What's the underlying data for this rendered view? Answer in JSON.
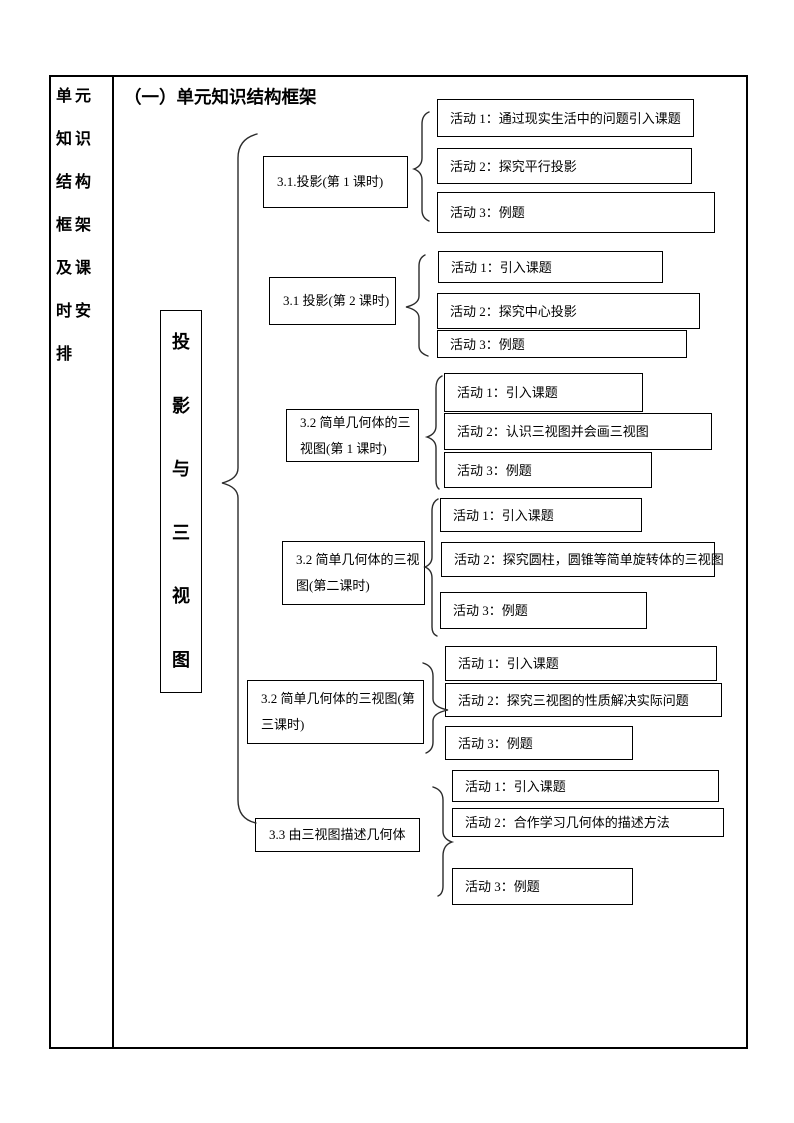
{
  "header": {
    "title": "（一）单元知识结构框架"
  },
  "sidebar": {
    "lines": [
      "单元",
      "知识",
      "结构",
      "框架",
      "及课",
      "时安",
      "排"
    ]
  },
  "diagram": {
    "root_label": "投\n影\n与\n三\n视\n图",
    "branches": [
      {
        "node": "3.1.投影(第 1 课时)",
        "activities": [
          "活动 1：通过现实生活中的问题引入课题",
          "活动 2：探究平行投影",
          "活动 3：例题"
        ]
      },
      {
        "node": "3.1 投影(第 2 课时)",
        "activities": [
          "活动 1：引入课题",
          "活动 2：探究中心投影",
          "活动 3：例题"
        ]
      },
      {
        "node": "3.2 简单几何体的三\n视图(第 1 课时)",
        "activities": [
          "活动 1：引入课题",
          "活动 2：认识三视图并会画三视图",
          "活动 3：例题"
        ]
      },
      {
        "node": "3.2 简单几何体的三视\n图(第二课时)",
        "activities": [
          "活动 1：引入课题",
          "活动 2：探究圆柱，圆锥等简单旋转体的三视图",
          "活动 3：例题"
        ]
      },
      {
        "node": "3.2 简单几何体的三视图(第\n三课时)",
        "activities": [
          "活动 1：引入课题",
          "活动 2：探究三视图的性质解决实际问题",
          "活动 3：例题"
        ]
      },
      {
        "node": "3.3 由三视图描述几何体",
        "activities": [
          "活动 1：引入课题",
          "活动 2：合作学习几何体的描述方法",
          "活动 3：例题"
        ]
      }
    ]
  },
  "colors": {
    "ink": "#000000",
    "page_bg": "#ffffff",
    "brace": "#2b2b2b"
  }
}
